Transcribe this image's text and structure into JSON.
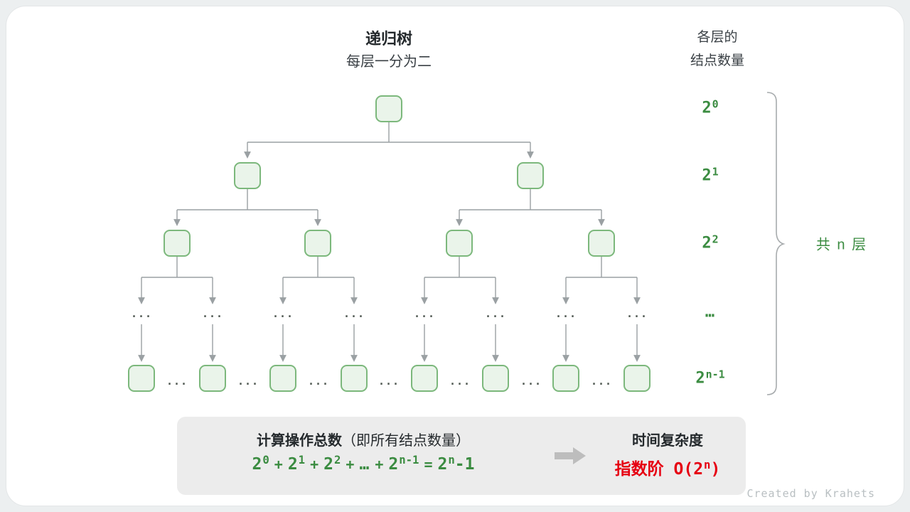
{
  "header": {
    "title": "递归树",
    "subtitle": "每层一分为二",
    "right_line1": "各层的",
    "right_line2": "结点数量"
  },
  "tree": {
    "ellipsis": "..."
  },
  "levels": [
    {
      "base": "2",
      "sup": "0"
    },
    {
      "base": "2",
      "sup": "1"
    },
    {
      "base": "2",
      "sup": "2"
    },
    {
      "base": "…",
      "sup": ""
    },
    {
      "base": "2",
      "sup": "n-1"
    }
  ],
  "brace_label": "共 n 层",
  "formula": {
    "title": "计算操作总数",
    "title_note": "（即所有结点数量）",
    "terms": [
      {
        "base": "2",
        "sup": "0"
      },
      {
        "base": "2",
        "sup": "1"
      },
      {
        "base": "2",
        "sup": "2"
      },
      {
        "base": "…",
        "sup": ""
      },
      {
        "base": "2",
        "sup": "n-1"
      }
    ],
    "plus": "+",
    "equals": "=",
    "result_base": "2",
    "result_sup": "n",
    "result_suffix": "-1"
  },
  "complexity": {
    "title": "时间复杂度",
    "value_prefix": "指数阶 O(2",
    "value_sup": "n",
    "value_suffix": ")"
  },
  "credit": "Created by Krahets",
  "colors": {
    "green_text": "#3b8c41",
    "red_text": "#e60012",
    "node_fill": "#eaf4ea",
    "node_border": "#7cb87c",
    "connector": "#9aa0a3"
  }
}
